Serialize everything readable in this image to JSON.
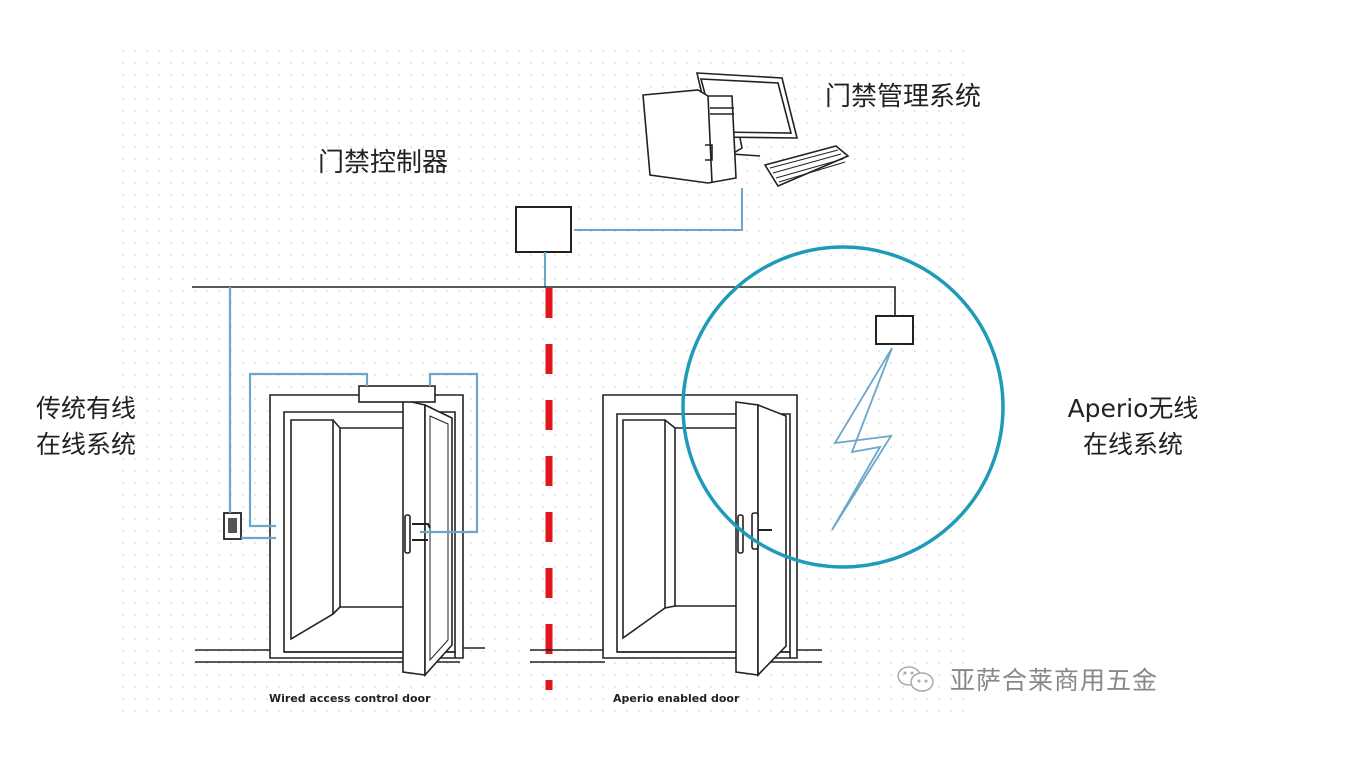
{
  "diagram": {
    "title_nodes": {
      "management_system": "门禁管理系统",
      "controller": "门禁控制器"
    },
    "left_section": {
      "label_line1": "传统有线",
      "label_line2": "在线系统",
      "door_caption": "Wired access control door"
    },
    "right_section": {
      "label_line1": "Aperio无线",
      "label_line2": "在线系统",
      "door_caption": "Aperio enabled door"
    },
    "watermark": {
      "icon": "wechat-icon",
      "text": "亚萨合莱商用五金"
    },
    "colors": {
      "wire": "#6aa7c9",
      "wireless_circle": "#1f9bb8",
      "divider": "#e3151c",
      "line": "#222222",
      "grid_dot": "#e3e3e3"
    },
    "icons": {
      "computer": "computer-icon",
      "controller_box": "controller-box-icon",
      "hub_box": "wireless-hub-icon",
      "lightning": "lightning-icon",
      "card_reader": "card-reader-icon",
      "door_closer": "door-closer-icon"
    }
  }
}
